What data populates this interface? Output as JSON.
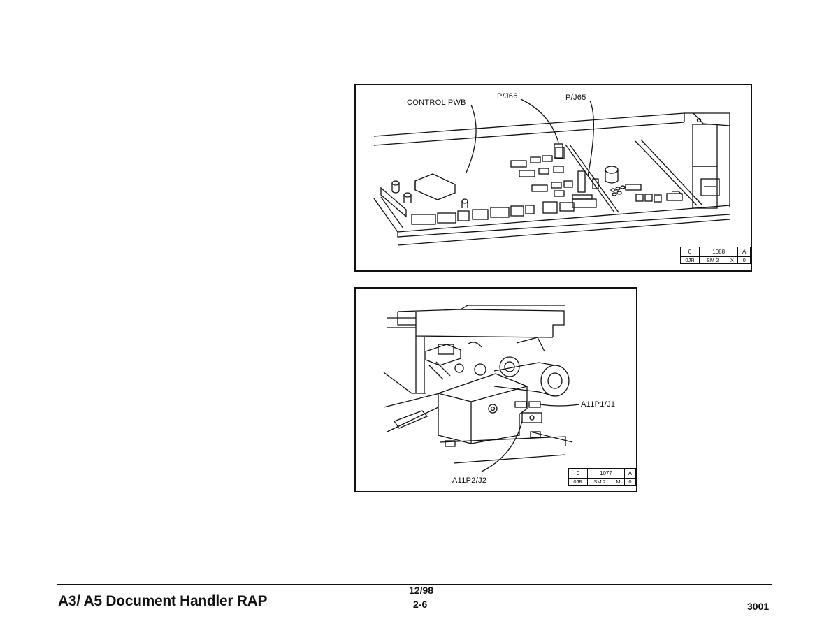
{
  "figure_top": {
    "callouts": {
      "control_pwb": "CONTROL PWB",
      "pj66": "P/J66",
      "pj65": "P/J65"
    },
    "id_box": {
      "row1": [
        "0",
        "1088",
        "A"
      ],
      "row2": [
        "0JR",
        "SM 2",
        "X",
        "0"
      ]
    }
  },
  "figure_bottom": {
    "callouts": {
      "a11p1_j1": "A11P1/J1",
      "a11p2_j2": "A11P2/J2"
    },
    "id_box": {
      "row1": [
        "0",
        "1077",
        "A"
      ],
      "row2": [
        "0JR",
        "SM 2",
        "M",
        "0"
      ]
    }
  },
  "footer": {
    "title": "A3/ A5 Document Handler RAP",
    "date": "12/98",
    "page": "2-6",
    "code": "3001"
  }
}
